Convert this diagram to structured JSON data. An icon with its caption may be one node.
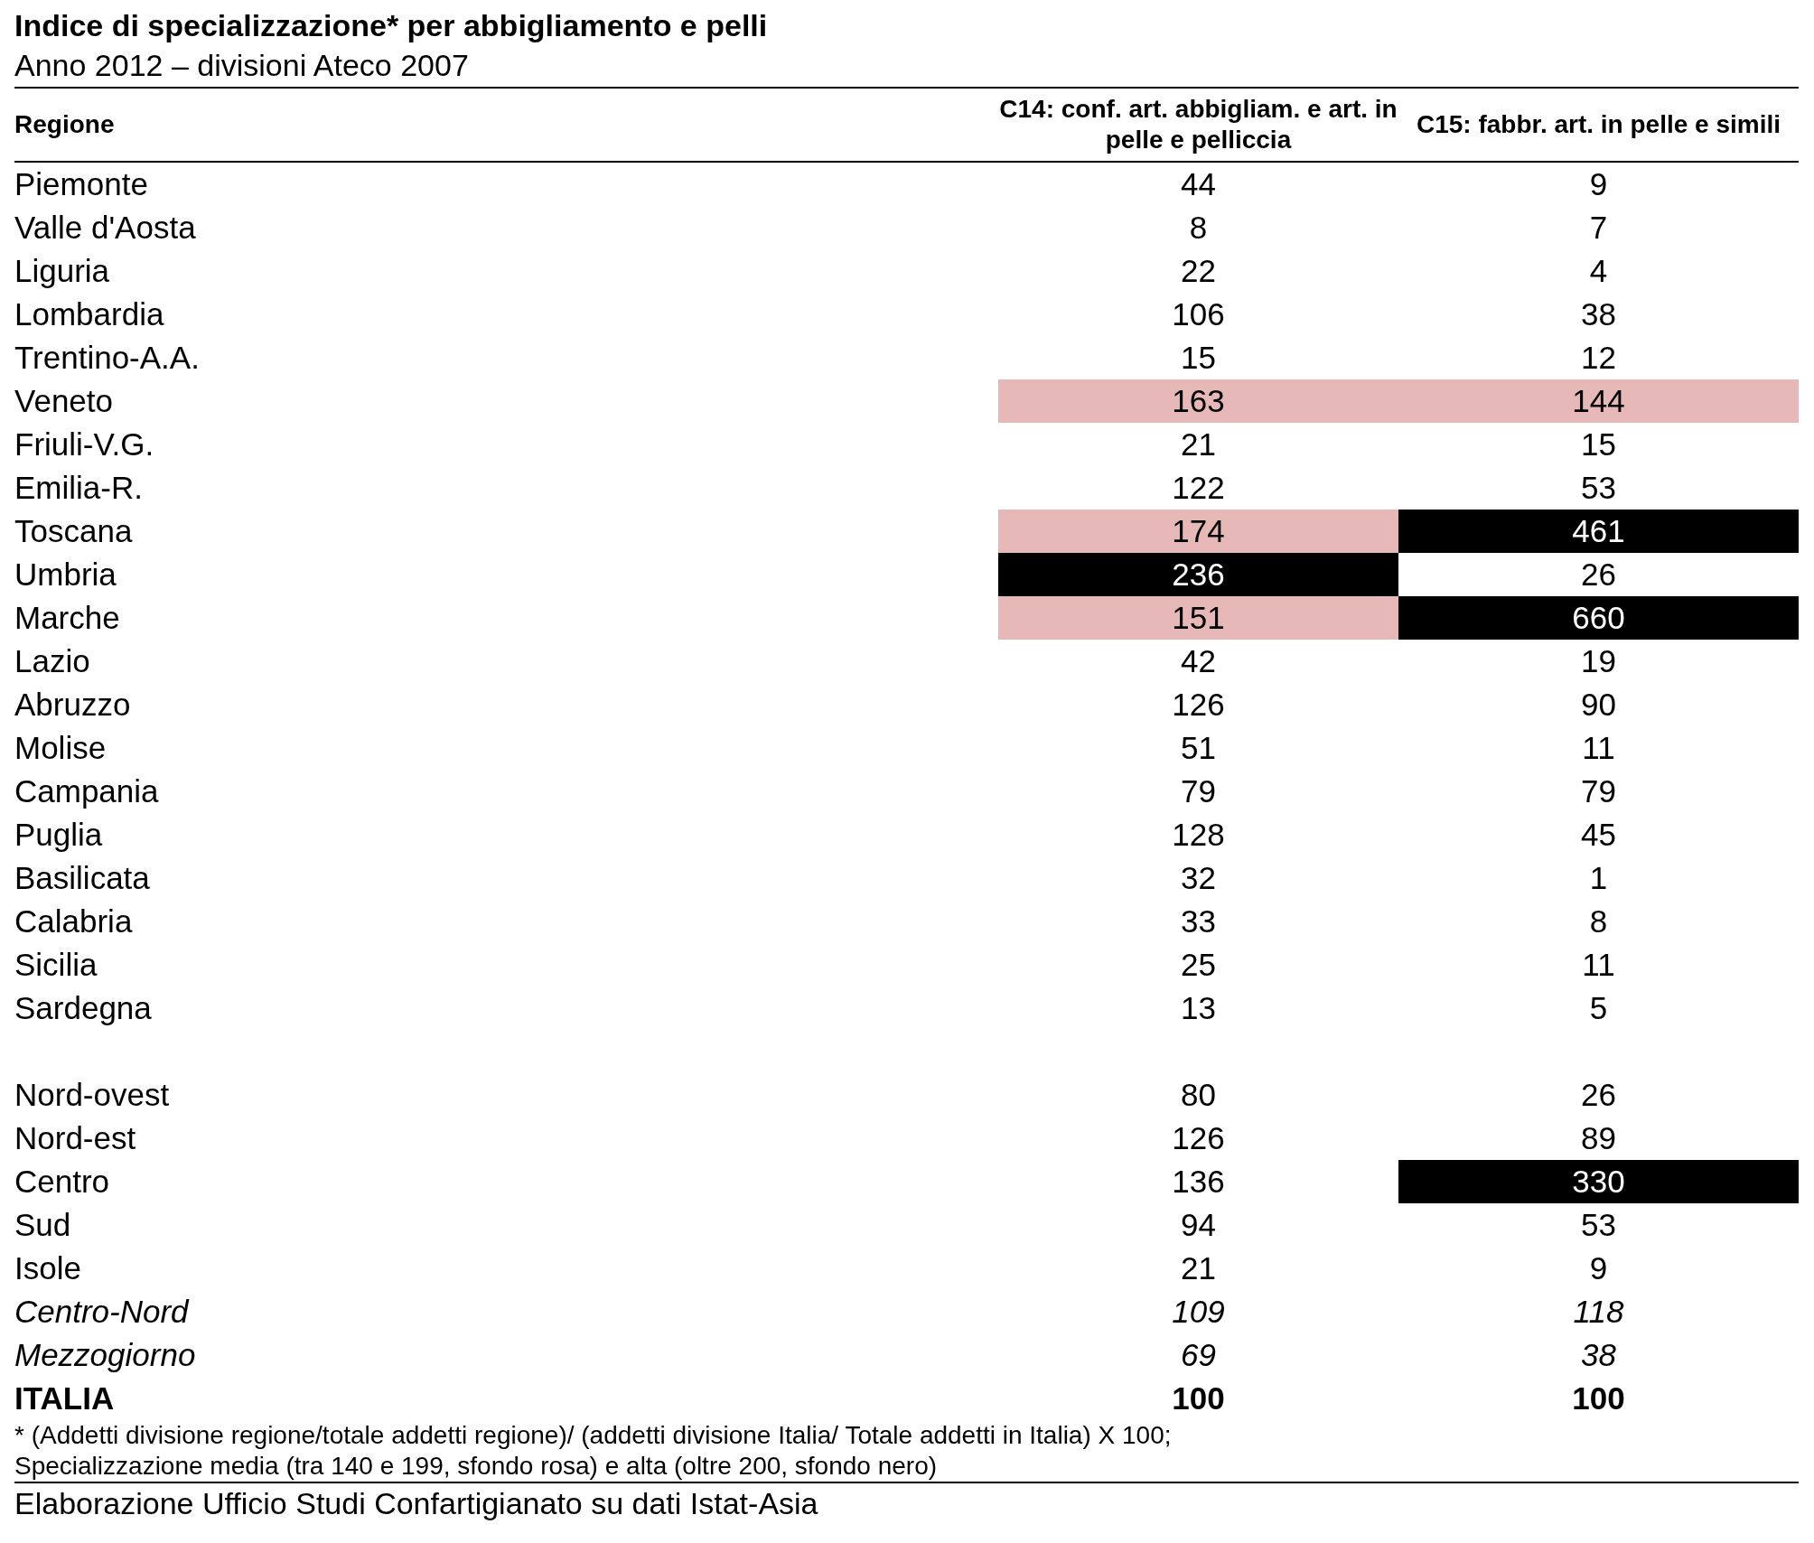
{
  "diagram": {
    "title": "Indice di specializzazione* per abbigliamento e pelli",
    "labels": [
      "Anno 2012 – divisioni Ateco 2007",
      "Regione",
      "C14: conf. art. abbigliam. e art. in pelle e pelliccia",
      "C15: fabbr. art. in pelle e simili",
      "Piemonte",
      "44",
      "9",
      "Valle d'Aosta",
      "8",
      "7",
      "Liguria",
      "22",
      "4",
      "Lombardia",
      "106",
      "38",
      "Trentino-A.A.",
      "15",
      "12",
      "Veneto",
      "163",
      "144",
      "Friuli-V.G.",
      "21",
      "15",
      "Emilia-R.",
      "122",
      "53",
      "Toscana",
      "174",
      "461",
      "Umbria",
      "236",
      "26",
      "Marche",
      "151",
      "660",
      "Lazio",
      "42",
      "19",
      "Abruzzo",
      "126",
      "90",
      "Molise",
      "51",
      "11",
      "Campania",
      "79",
      "79",
      "Puglia",
      "128",
      "45",
      "Basilicata",
      "32",
      "1",
      "Calabria",
      "33",
      "8",
      "Sicilia",
      "25",
      "11",
      "Sardegna",
      "13",
      "5",
      "Nord-ovest",
      "80",
      "26",
      "Nord-est",
      "126",
      "89",
      "Centro",
      "136",
      "330",
      "Sud",
      "94",
      "53",
      "Isole",
      "21",
      "9",
      "Centro-Nord",
      "109",
      "118",
      "Mezzogiorno",
      "69",
      "38",
      "ITALIA",
      "100",
      "100",
      "* (Addetti divisione regione/totale addetti regione)/ (addetti divisione Italia/ Totale addetti in Italia) X 100;",
      "Specializzazione media (tra 140 e 199, sfondo rosa) e alta (oltre 200, sfondo nero)",
      "Elaborazione Ufficio Studi Confartigianato su dati Istat-Asia"
    ]
  }
}
